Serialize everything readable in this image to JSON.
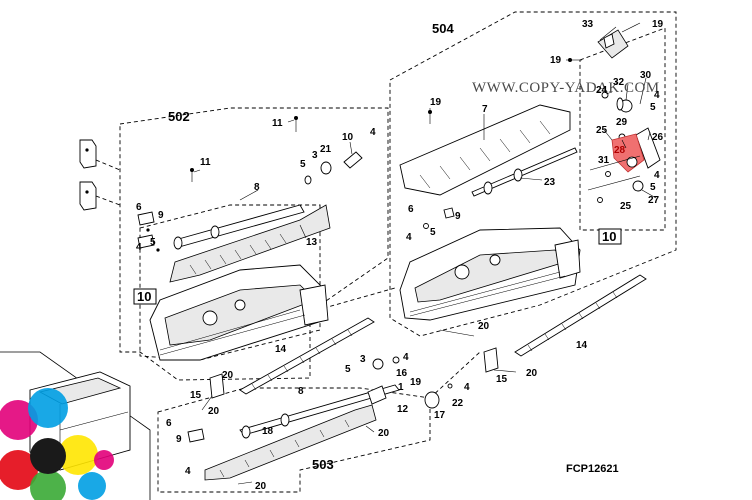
{
  "watermark": "WWW.COPY-YADAK.COM",
  "figure_code": "FCP12621",
  "group_labels": [
    "502",
    "503",
    "504"
  ],
  "callout_box_label": "10",
  "highlighted_part": "28",
  "colors": {
    "highlight": "#f07070",
    "logo": [
      "#e2007a",
      "#009fe3",
      "#ffe600",
      "#1a1a1a",
      "#e30613",
      "#3aaa35"
    ]
  },
  "labels": {
    "l_33": "33",
    "l_19a": "19",
    "l_19b": "19",
    "l_504": "504",
    "l_32": "32",
    "l_30": "30",
    "l_24": "24",
    "l_4a": "4",
    "l_5a": "5",
    "l_25a": "25",
    "l_29": "29",
    "l_26": "26",
    "l_28": "28",
    "l_31": "31",
    "l_4b": "4",
    "l_5b": "5",
    "l_25b": "25",
    "l_27": "27",
    "l_19c": "19",
    "l_7": "7",
    "l_502": "502",
    "l_11a": "11",
    "l_4c": "4",
    "l_10a": "10",
    "l_5c": "5",
    "l_3a": "3",
    "l_21": "21",
    "l_11b": "11",
    "l_23": "23",
    "l_8a": "8",
    "l_6a": "6",
    "l_9a": "9",
    "l_4d": "4",
    "l_5d": "5",
    "l_13": "13",
    "l_6b": "6",
    "l_9b": "9",
    "l_4e": "4",
    "l_5e": "5",
    "l_20a": "20",
    "l_14a": "14",
    "l_14b": "14",
    "l_20b": "20",
    "l_15a": "15",
    "l_20c": "20",
    "l_15b": "15",
    "l_20d": "20",
    "l_5f": "5",
    "l_3b": "3",
    "l_16": "16",
    "l_1": "1",
    "l_4f": "4",
    "l_19d": "19",
    "l_4g": "4",
    "l_8b": "8",
    "l_12": "12",
    "l_22": "22",
    "l_17": "17",
    "l_6c": "6",
    "l_18": "18",
    "l_20e": "20",
    "l_9c": "9",
    "l_4h": "4",
    "l_503": "503",
    "l_20f": "20"
  }
}
